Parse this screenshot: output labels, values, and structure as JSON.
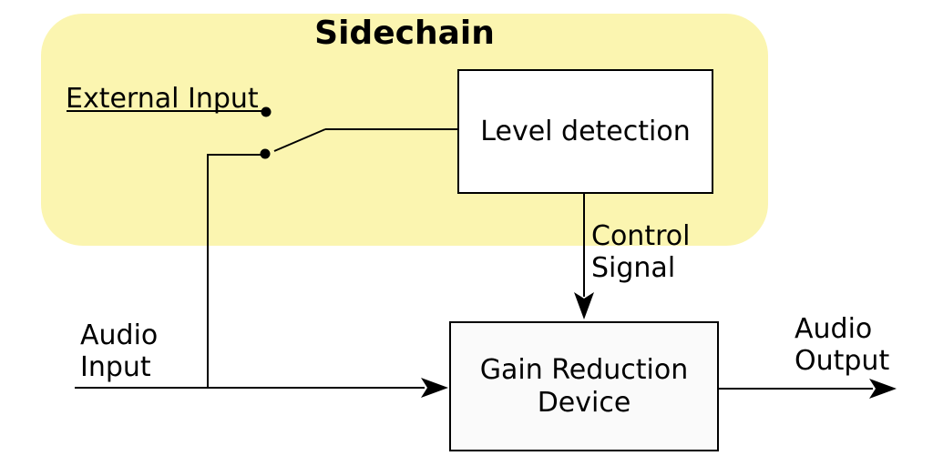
{
  "colors": {
    "page-bg": "#FFFFFF",
    "sidechain-bg": "#FBF5B0",
    "level-box-bg": "#FFFFFF",
    "grd-box-bg": "#FAFAFA",
    "line": "#000000",
    "text": "#000000"
  },
  "sidechain": {
    "title": "Sidechain",
    "external_input_label": "External Input",
    "level_detection_label": "Level detection"
  },
  "signals": {
    "control": {
      "line1": "Control",
      "line2": "Signal"
    },
    "audio_input": {
      "line1": "Audio",
      "line2": "Input"
    },
    "audio_output": {
      "line1": "Audio",
      "line2": "Output"
    }
  },
  "devices": {
    "gain_reduction": {
      "line1": "Gain Reduction",
      "line2": "Device"
    }
  }
}
